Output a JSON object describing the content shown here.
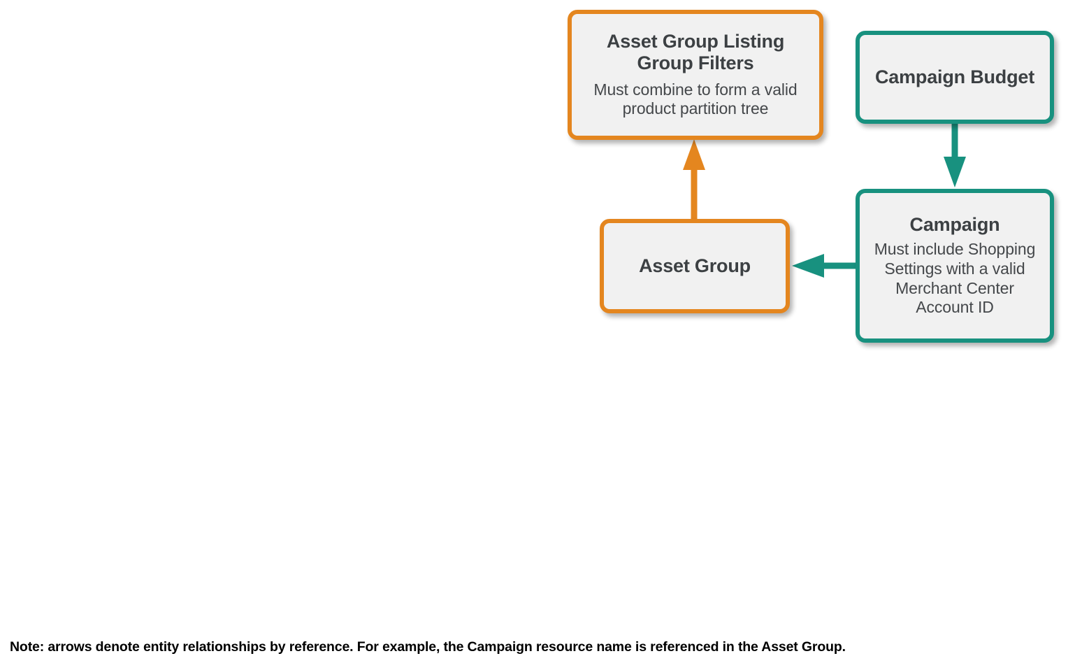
{
  "diagram": {
    "colors": {
      "orange": "#E4861F",
      "teal": "#18917F",
      "node_fill": "#F1F1F1",
      "title_text": "#3C4043",
      "note_text": "#000000",
      "background": "#FFFFFF"
    },
    "nodes": [
      {
        "id": "asset-group-listing-group-filters",
        "title": "Asset Group Listing Group Filters",
        "description": "Must combine to form a valid product partition tree",
        "color": "#E4861F"
      },
      {
        "id": "asset-group",
        "title": "Asset Group",
        "description": "",
        "color": "#E4861F"
      },
      {
        "id": "campaign-budget",
        "title": "Campaign Budget",
        "description": "",
        "color": "#18917F"
      },
      {
        "id": "campaign",
        "title": "Campaign",
        "description": "Must include Shopping Settings with a valid Merchant Center Account ID",
        "color": "#18917F"
      }
    ],
    "edges": [
      {
        "id": "asset-group-to-filters",
        "from": "asset-group",
        "to": "asset-group-listing-group-filters",
        "direction": "up",
        "color": "#E4861F"
      },
      {
        "id": "campaign-budget-to-campaign",
        "from": "campaign-budget",
        "to": "campaign",
        "direction": "down",
        "color": "#18917F"
      },
      {
        "id": "campaign-to-asset-group",
        "from": "campaign",
        "to": "asset-group",
        "direction": "left",
        "color": "#18917F"
      }
    ],
    "note": "Note: arrows denote entity relationships by reference. For example, the Campaign resource name is referenced in the Asset Group."
  }
}
